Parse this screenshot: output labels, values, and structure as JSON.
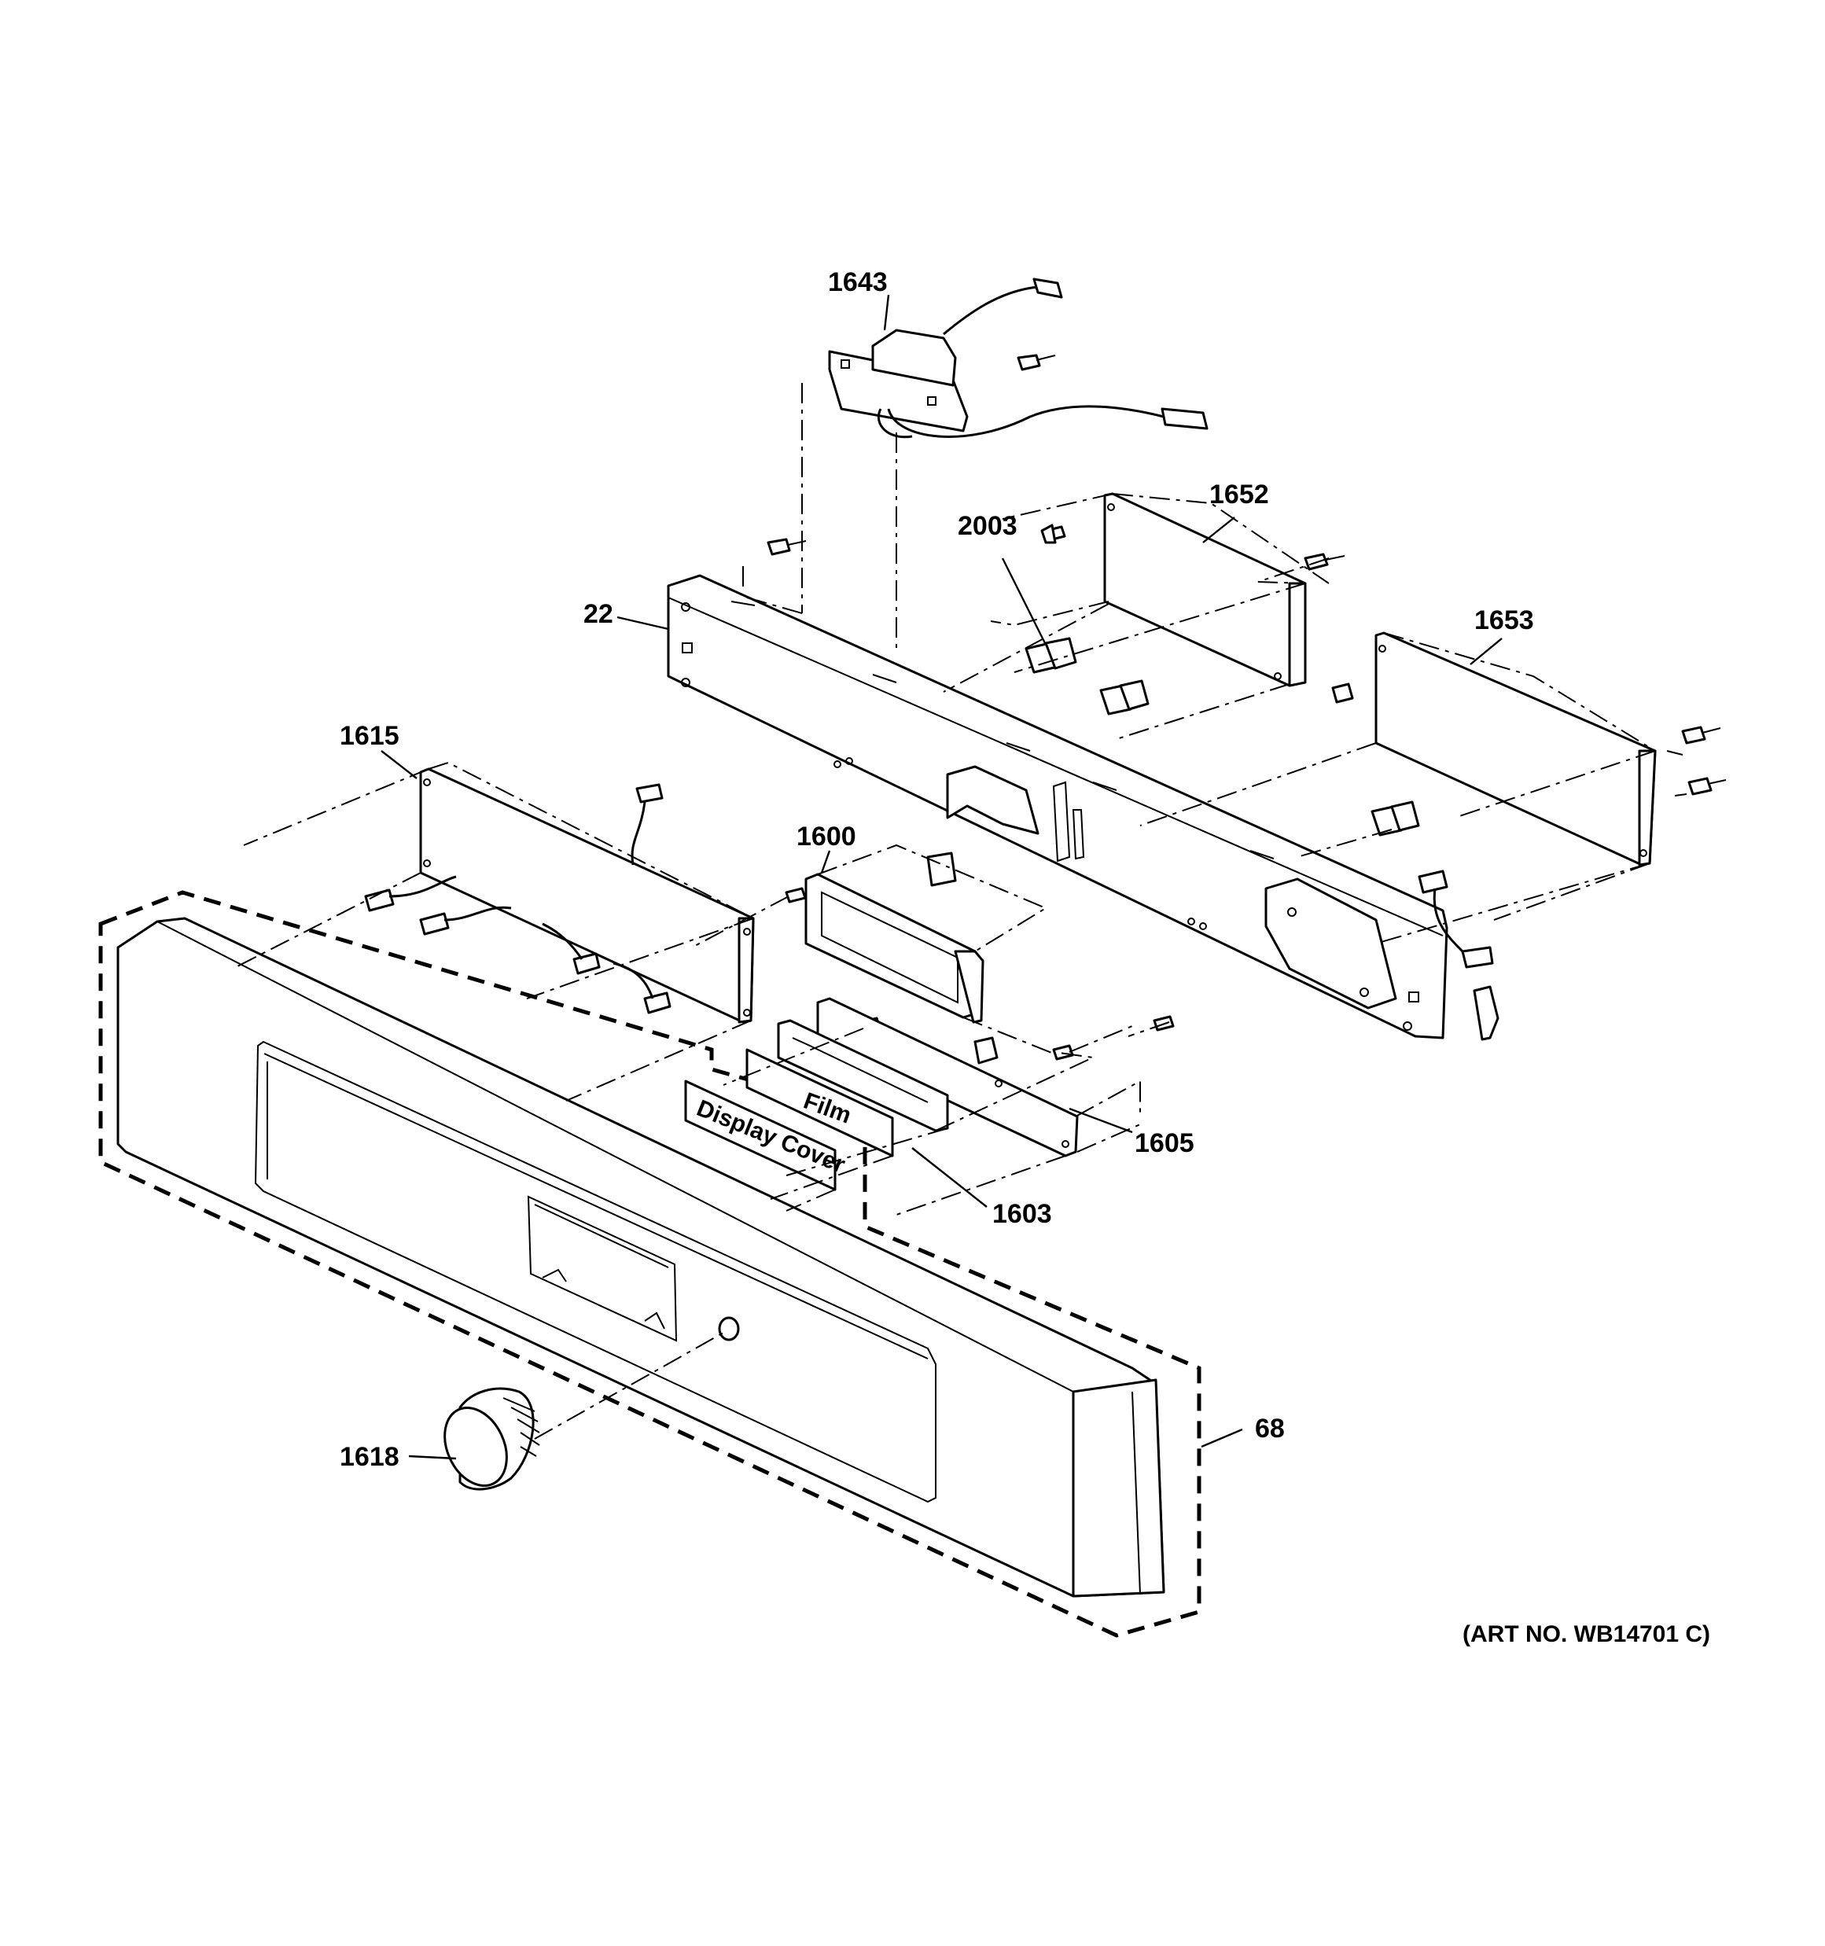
{
  "callouts": {
    "p1643": "1643",
    "p1652": "1652",
    "p2003": "2003",
    "p22": "22",
    "p1653": "1653",
    "p1615": "1615",
    "p1600": "1600",
    "p1605": "1605",
    "p1603": "1603",
    "p68": "68",
    "p1618": "1618"
  },
  "labels": {
    "film": "Film",
    "display_cover": "Display Cover"
  },
  "art_number": "(ART NO. WB14701 C)"
}
